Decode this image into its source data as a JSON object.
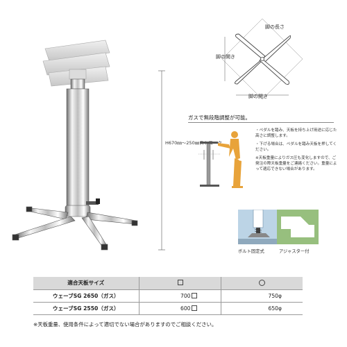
{
  "base_diagram": {
    "leg_length_label": "脚の長さ",
    "leg_spread_label_vertical": "脚の開き",
    "leg_spread_label_horizontal": "脚の開き"
  },
  "height_dimension": {
    "label": "H670㎜〜250㎜ストローク"
  },
  "gas_lift": {
    "title": "ガスで無段階調整が可能。",
    "notes": [
      "・ペダルを踏み、天板を持ち上げ用途に応じた高さに調整します。",
      "・下げる場合は、ペダルを踏み天板を押してください。",
      "※天板重量によりガス圧も変化しますので、ご発注の際天板重量をご連絡ください。重量によって適応できない場合があります。"
    ]
  },
  "adjusters": [
    {
      "caption": "ボルト固定式",
      "icon": "bolt-fixed-icon"
    },
    {
      "caption": "アジャスター付",
      "icon": "adjuster-icon"
    }
  ],
  "size_table": {
    "header": {
      "name": "適合天板サイズ",
      "square_symbol": "□",
      "round_symbol": "○"
    },
    "rows": [
      {
        "name": "ウェーブSG 2650（ガス）",
        "square": "700",
        "round": "750φ"
      },
      {
        "name": "ウェーブSG 2550（ガス）",
        "square": "600",
        "round": "650φ"
      }
    ]
  },
  "footnote": "※天板重量、使用条件によって適切でない場合がありますのでご相談ください。",
  "colors": {
    "chrome_light": "#f4f4f4",
    "chrome_dark": "#7b7b7b",
    "figure_orange": "#e8a33a",
    "adjuster_blue": "#bcd4e6",
    "adjuster_green": "#97bf7e",
    "table_header": "#d9d9d9"
  }
}
